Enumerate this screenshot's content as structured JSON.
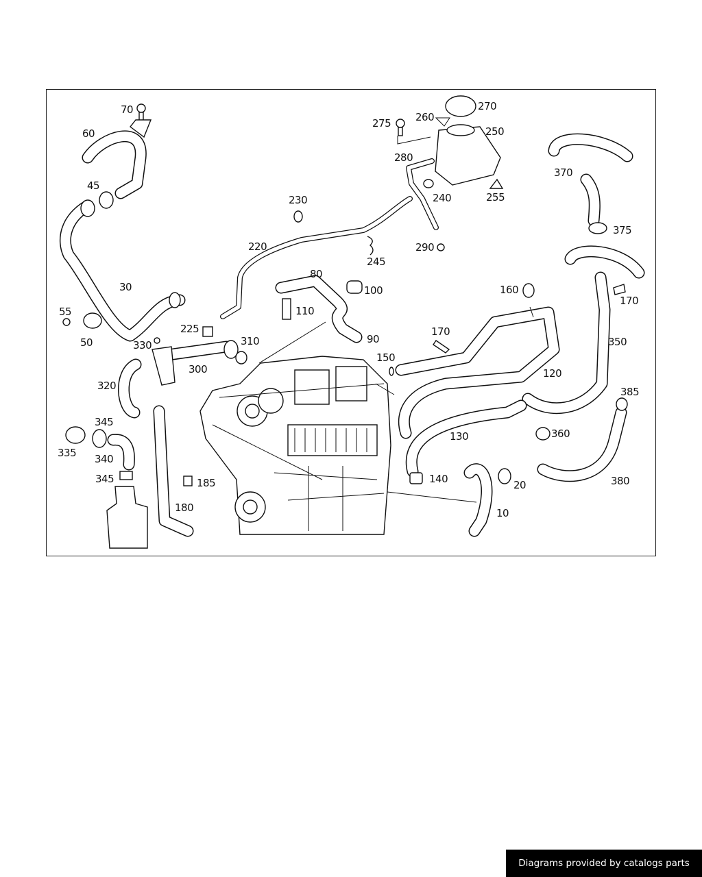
{
  "diagram": {
    "labels": [
      {
        "id": "l70",
        "text": "70"
      },
      {
        "id": "l60",
        "text": "60"
      },
      {
        "id": "l45",
        "text": "45"
      },
      {
        "id": "l30",
        "text": "30"
      },
      {
        "id": "l55",
        "text": "55"
      },
      {
        "id": "l50",
        "text": "50"
      },
      {
        "id": "l330",
        "text": "330"
      },
      {
        "id": "l225",
        "text": "225"
      },
      {
        "id": "l310",
        "text": "310"
      },
      {
        "id": "l300",
        "text": "300"
      },
      {
        "id": "l320",
        "text": "320"
      },
      {
        "id": "l345a",
        "text": "345"
      },
      {
        "id": "l335",
        "text": "335"
      },
      {
        "id": "l340",
        "text": "340"
      },
      {
        "id": "l345b",
        "text": "345"
      },
      {
        "id": "l185",
        "text": "185"
      },
      {
        "id": "l180",
        "text": "180"
      },
      {
        "id": "l230",
        "text": "230"
      },
      {
        "id": "l220",
        "text": "220"
      },
      {
        "id": "l245",
        "text": "245"
      },
      {
        "id": "l80",
        "text": "80"
      },
      {
        "id": "l100",
        "text": "100"
      },
      {
        "id": "l110",
        "text": "110"
      },
      {
        "id": "l90",
        "text": "90"
      },
      {
        "id": "l275",
        "text": "275"
      },
      {
        "id": "l260",
        "text": "260"
      },
      {
        "id": "l270",
        "text": "270"
      },
      {
        "id": "l250",
        "text": "250"
      },
      {
        "id": "l280",
        "text": "280"
      },
      {
        "id": "l240",
        "text": "240"
      },
      {
        "id": "l255",
        "text": "255"
      },
      {
        "id": "l290",
        "text": "290"
      },
      {
        "id": "l370",
        "text": "370"
      },
      {
        "id": "l375",
        "text": "375"
      },
      {
        "id": "l160",
        "text": "160"
      },
      {
        "id": "l170a",
        "text": "170"
      },
      {
        "id": "l170b",
        "text": "170"
      },
      {
        "id": "l150",
        "text": "150"
      },
      {
        "id": "l350",
        "text": "350"
      },
      {
        "id": "l120",
        "text": "120"
      },
      {
        "id": "l130",
        "text": "130"
      },
      {
        "id": "l385",
        "text": "385"
      },
      {
        "id": "l360",
        "text": "360"
      },
      {
        "id": "l140",
        "text": "140"
      },
      {
        "id": "l20",
        "text": "20"
      },
      {
        "id": "l380",
        "text": "380"
      },
      {
        "id": "l10",
        "text": "10"
      }
    ]
  },
  "footer": {
    "text": "Diagrams provided by catalogs parts"
  }
}
